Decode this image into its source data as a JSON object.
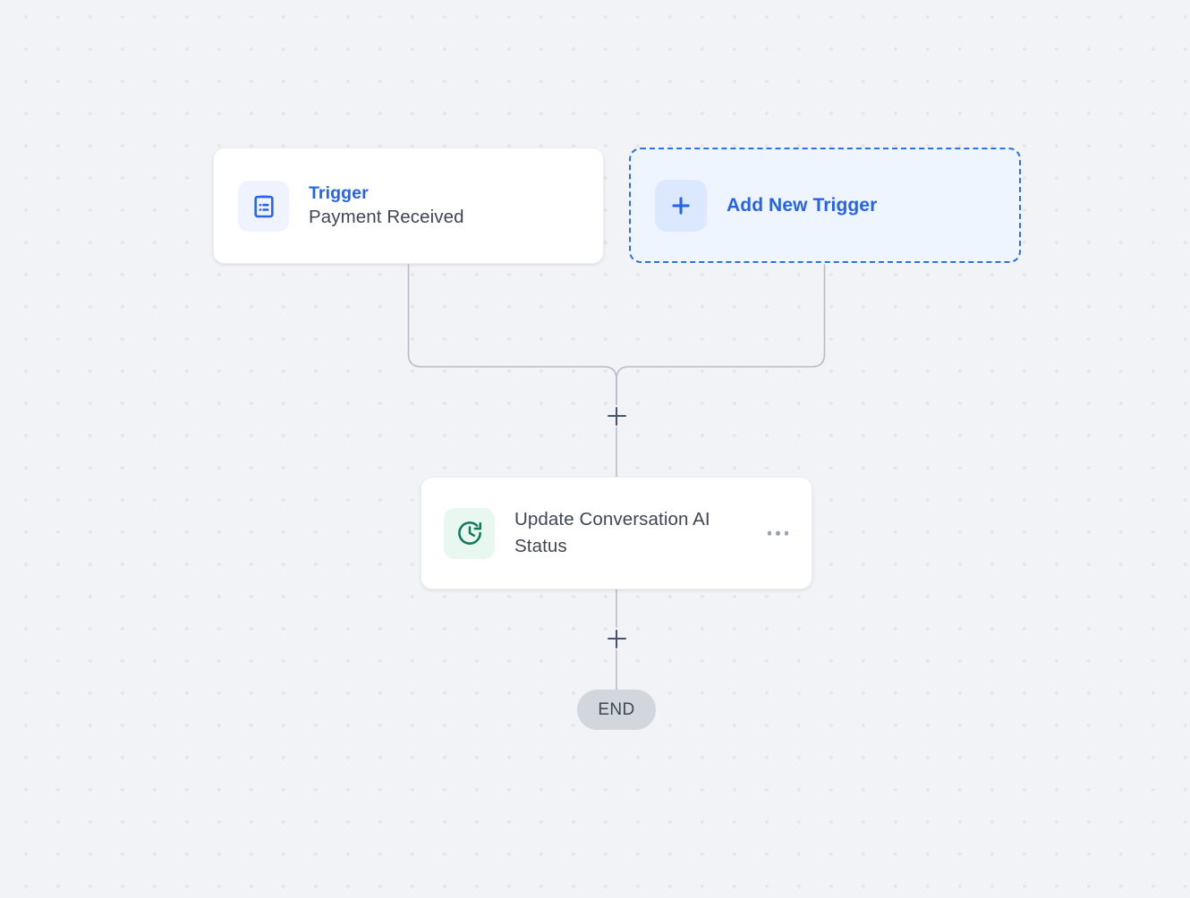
{
  "canvas": {
    "background_color": "#f1f3f7",
    "dot_color": "#e6e6e4"
  },
  "workflow": {
    "trigger_card": {
      "icon": "clipboard-list-icon",
      "icon_color": "#2563eb",
      "icon_bg": "#eef3fe",
      "eyebrow": "Trigger",
      "eyebrow_color": "#2563eb",
      "title": "Payment Received"
    },
    "add_trigger_card": {
      "icon": "plus-icon",
      "label": "Add New Trigger",
      "accent_color": "#2563eb",
      "fill_color": "#eff5fe"
    },
    "action_card": {
      "icon": "clock-refresh-icon",
      "icon_color": "#0f7a5a",
      "icon_bg": "#e9f7f1",
      "title": "Update Conversation AI Status",
      "menu_icon": "ellipsis-icon"
    },
    "add_step_top": {
      "icon": "plus-icon",
      "label": "+"
    },
    "add_step_bottom": {
      "icon": "plus-icon",
      "label": "+"
    },
    "end_node": {
      "label": "END",
      "fill_color": "#d2d6dd"
    }
  }
}
